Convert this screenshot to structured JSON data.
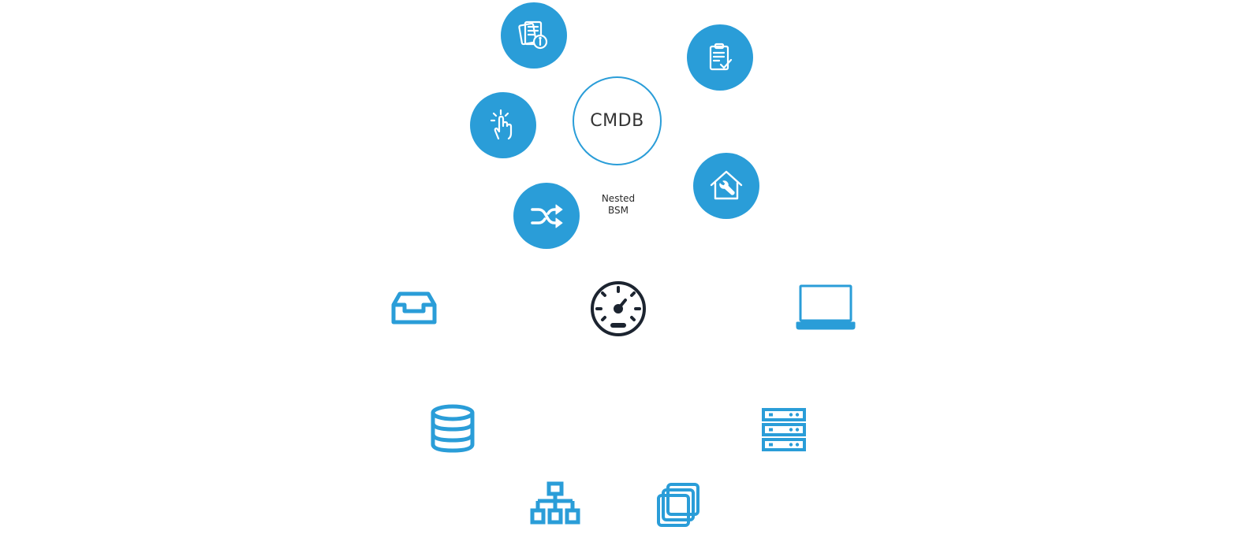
{
  "colors": {
    "accent": "#2a9dd8",
    "dark": "#1c2430",
    "text": "#333333"
  },
  "center": {
    "label": "CMDB",
    "sub_label_line1": "Nested",
    "sub_label_line2": "BSM"
  },
  "icons": {
    "satellites": [
      "documents-info-icon",
      "clipboard-check-icon",
      "touch-gesture-icon",
      "house-wrench-icon",
      "shuffle-icon"
    ],
    "infrastructure": [
      "inbox-tray-icon",
      "speedometer-icon",
      "laptop-icon",
      "database-icon",
      "server-rack-icon",
      "network-hierarchy-icon",
      "virtual-machines-icon"
    ]
  }
}
